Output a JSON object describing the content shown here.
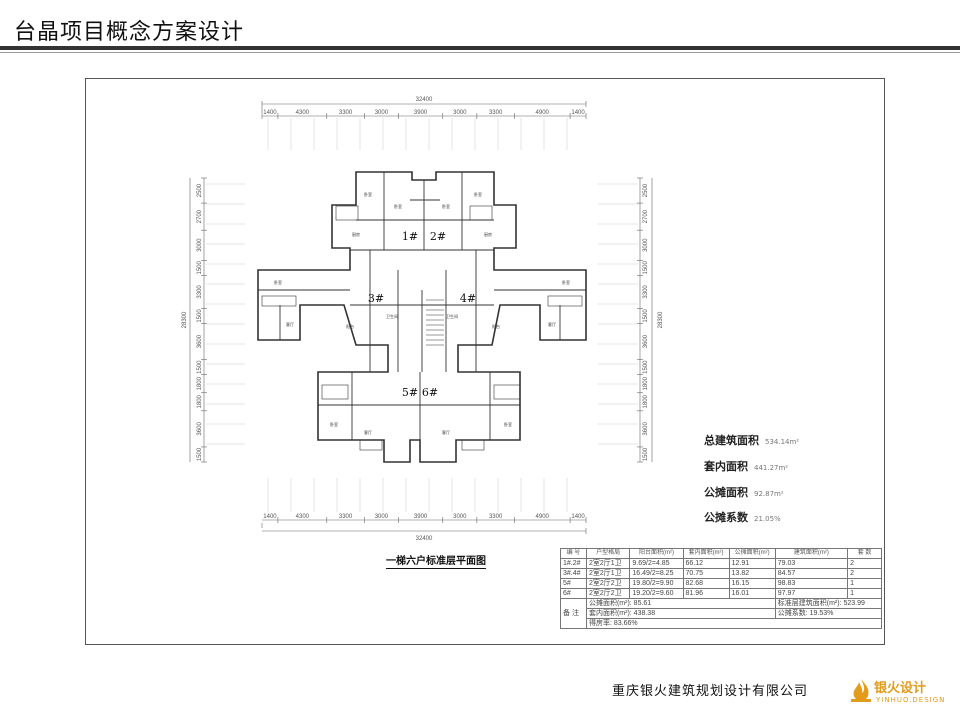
{
  "header": {
    "title": "台晶项目概念方案设计"
  },
  "plan": {
    "caption": "一梯六户标准层平面图",
    "total_width": "32400",
    "total_height": "28300",
    "horizontal_dims": [
      "1400",
      "4300",
      "3300",
      "3000",
      "3900",
      "3000",
      "3300",
      "4900",
      "1400"
    ],
    "vertical_dims": [
      "2500",
      "2700",
      "3000",
      "1500",
      "3300",
      "1500",
      "3600",
      "1500",
      "1800",
      "1800",
      "3600",
      "1500"
    ],
    "unit_labels": [
      "1#",
      "2#",
      "3#",
      "4#",
      "5#",
      "6#"
    ],
    "room_labels": {
      "bedroom": "卧室",
      "living": "客厅",
      "kitchen": "厨房",
      "toilet": "卫生间",
      "balcony": "阳台"
    }
  },
  "stats": [
    {
      "label": "总建筑面积",
      "value": "534.14m²"
    },
    {
      "label": "套内面积",
      "value": "441.27m²"
    },
    {
      "label": "公摊面积",
      "value": "92.87m²"
    },
    {
      "label": "公摊系数",
      "value": "21.05%"
    }
  ],
  "area_table": {
    "headers": [
      "编 号",
      "户型格局",
      "阳台面积(m²)",
      "套内面积(m²)",
      "公摊面积(m²)",
      "建筑面积(m²)",
      "套 数"
    ],
    "rows": [
      [
        "1#.2#",
        "2室2厅1卫",
        "9.69/2=4.85",
        "66.12",
        "12.91",
        "79.03",
        "2"
      ],
      [
        "3#.4#",
        "2室2厅1卫",
        "16.49/2=8.25",
        "70.75",
        "13.82",
        "84.57",
        "2"
      ],
      [
        "5#",
        "2室2厅2卫",
        "19.80/2=9.90",
        "82.68",
        "16.15",
        "98.83",
        "1"
      ],
      [
        "6#",
        "2室2厅2卫",
        "19.20/2=9.60",
        "81.96",
        "16.01",
        "97.97",
        "1"
      ]
    ],
    "remark_label": "备 注",
    "remarks": {
      "balcony_total": "公摊面积(m²): 85.61",
      "building_total": "标准层建筑面积(m²): 523.99",
      "interior_total": "套内面积(m²): 438.38",
      "share_ratio": "公摊系数: 19.53%",
      "rate": "得房率: 83.66%"
    }
  },
  "footer": {
    "company": "重庆银火建筑规划设计有限公司",
    "logo_cn": "银火设计",
    "logo_en": "YINHUO.DESIGN"
  },
  "colors": {
    "logo": "#e39b1c",
    "line": "#333333"
  }
}
